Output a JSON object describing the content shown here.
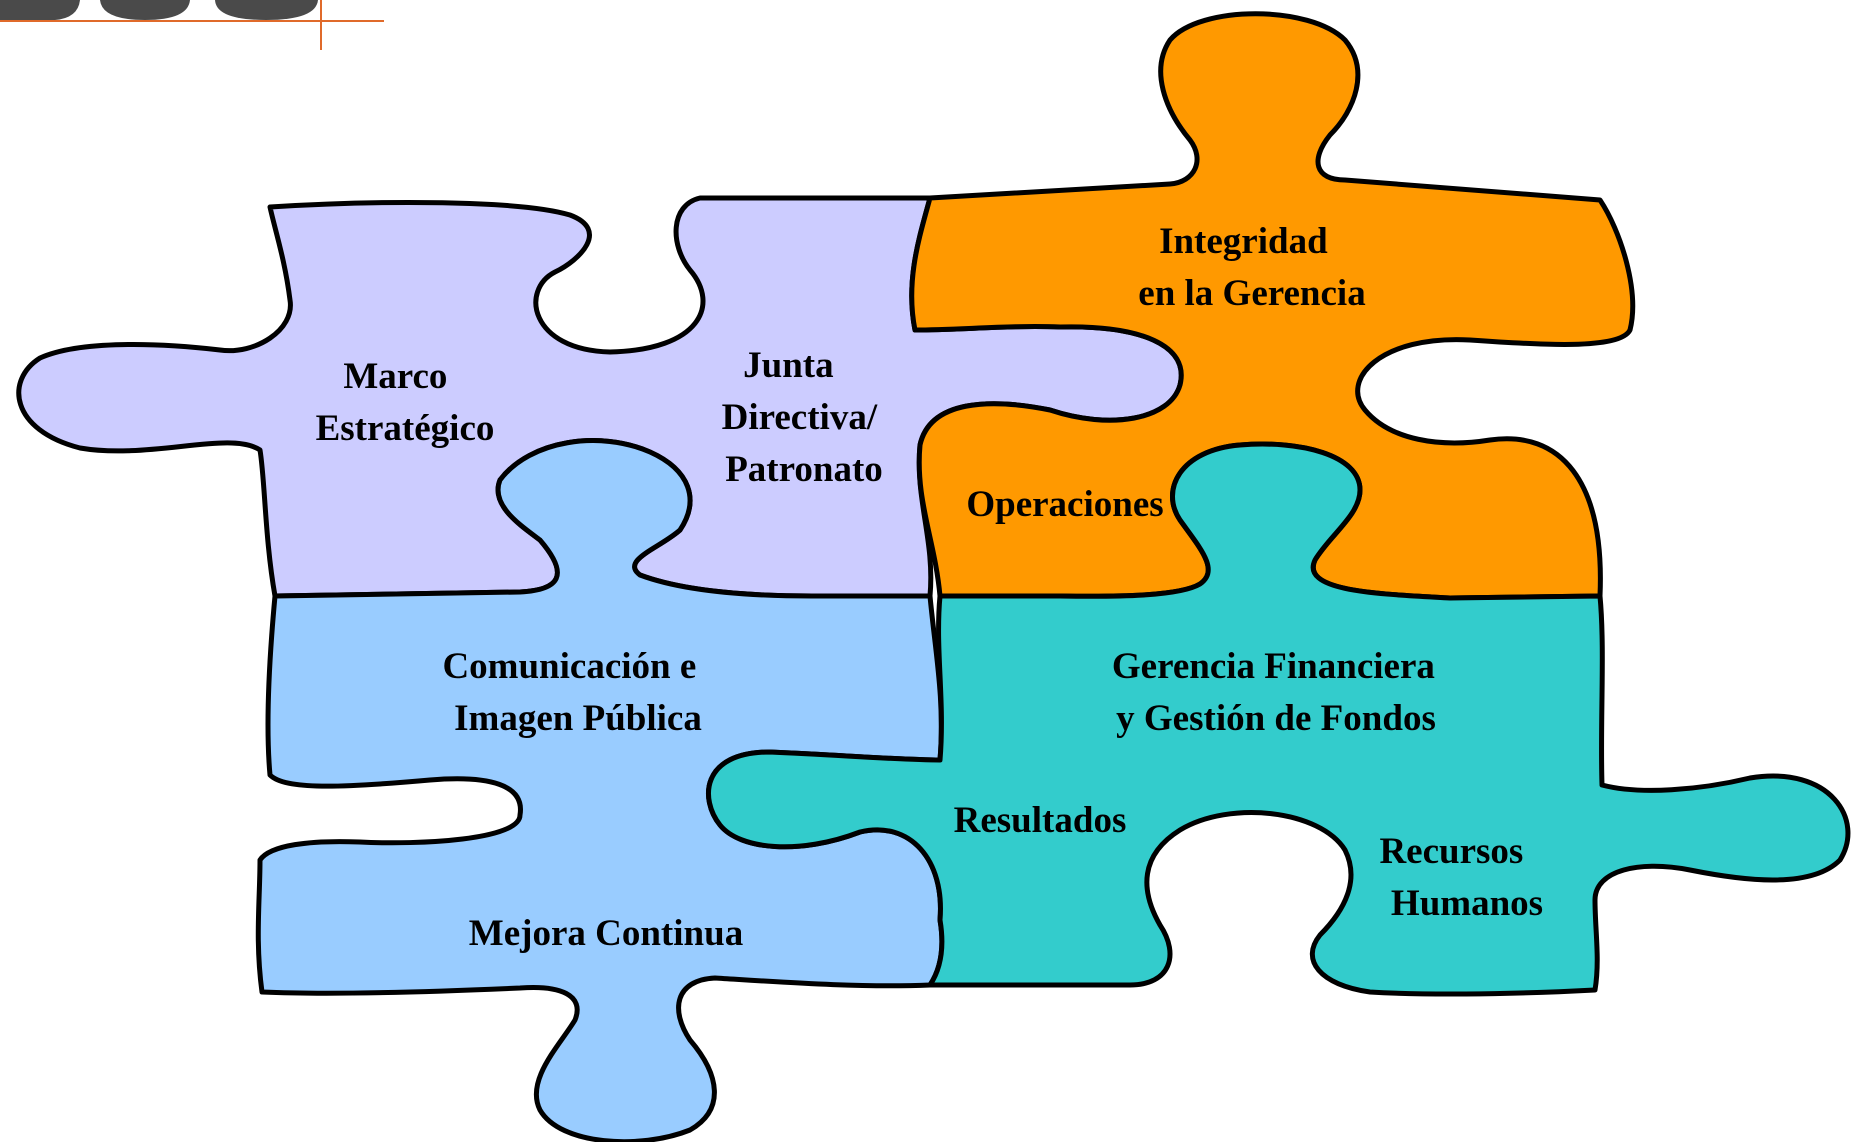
{
  "colors": {
    "lavender": "#ccccff",
    "orange": "#ff9900",
    "light_blue": "#99ccff",
    "teal": "#33cccc",
    "outline": "#000000",
    "logo_gray": "#4a4a4a",
    "logo_line": "#e06a2a"
  },
  "pieces": {
    "marco": {
      "lines": [
        "Marco",
        "Estratégico"
      ]
    },
    "junta": {
      "lines": [
        "Junta",
        "Directiva/",
        "Patronato"
      ]
    },
    "integridad": {
      "lines": [
        "Integridad",
        "en la Gerencia"
      ]
    },
    "operaciones": {
      "lines": [
        "Operaciones"
      ]
    },
    "comunicacion": {
      "lines": [
        "Comunicación e",
        "Imagen Pública"
      ]
    },
    "mejora": {
      "lines": [
        "Mejora Continua"
      ]
    },
    "gerencia": {
      "lines": [
        "Gerencia Financiera",
        "y Gestión de Fondos"
      ]
    },
    "resultados": {
      "lines": [
        "Resultados"
      ]
    },
    "recursos": {
      "lines": [
        "Recursos",
        "Humanos"
      ]
    }
  }
}
